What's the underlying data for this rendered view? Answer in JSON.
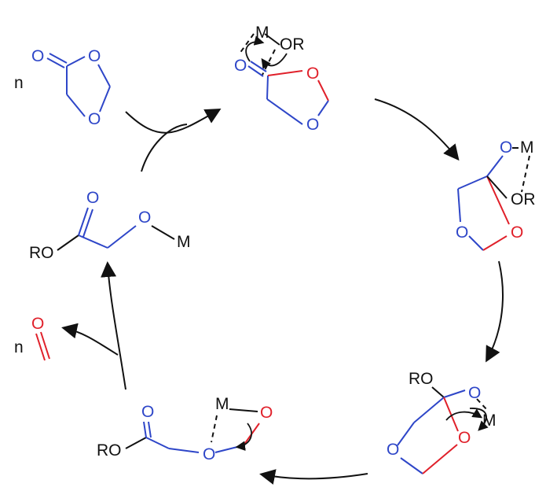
{
  "colors": {
    "blue": "#2E46C8",
    "red": "#E0202A",
    "black": "#111111"
  },
  "labels": {
    "n1": "n",
    "n2": "n",
    "o": "O",
    "m": "M",
    "or": "OR",
    "ro": "RO"
  }
}
